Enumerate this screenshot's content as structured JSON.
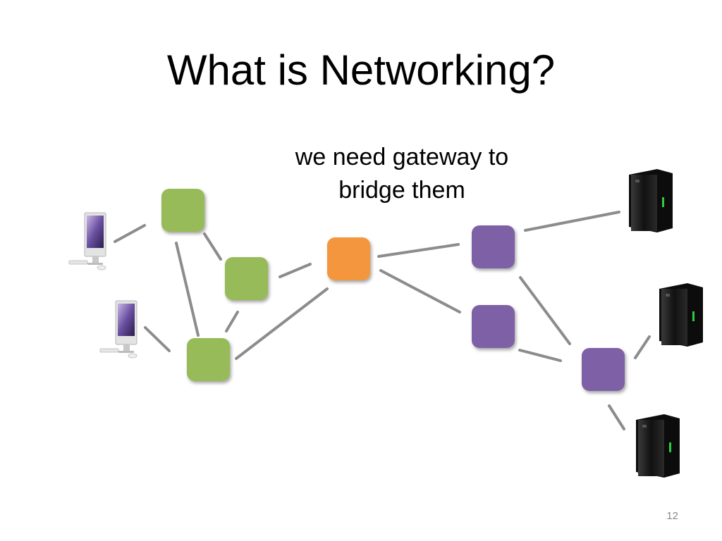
{
  "slide": {
    "title": "What is Networking?",
    "annotation_line1": "we need gateway to",
    "annotation_line2": "bridge them",
    "page_number": "12"
  },
  "colors": {
    "network_a_router": "#96bb59",
    "gateway": "#f4963e",
    "network_b_router": "#7e60a6",
    "link": "#8c8c8c",
    "server_body": "#1a1a1a",
    "server_led": "#2ecc40"
  },
  "nodes": [
    {
      "id": "computer-1",
      "kind": "computer",
      "icon": "desktop-computer-icon"
    },
    {
      "id": "computer-2",
      "kind": "computer",
      "icon": "desktop-computer-icon"
    },
    {
      "id": "router-a1",
      "kind": "router",
      "network": "a"
    },
    {
      "id": "router-a2",
      "kind": "router",
      "network": "a"
    },
    {
      "id": "router-a3",
      "kind": "router",
      "network": "a"
    },
    {
      "id": "gateway",
      "kind": "gateway"
    },
    {
      "id": "router-b1",
      "kind": "router",
      "network": "b"
    },
    {
      "id": "router-b2",
      "kind": "router",
      "network": "b"
    },
    {
      "id": "router-b3",
      "kind": "router",
      "network": "b"
    },
    {
      "id": "server-1",
      "kind": "server",
      "icon": "server-tower-icon"
    },
    {
      "id": "server-2",
      "kind": "server",
      "icon": "server-tower-icon"
    },
    {
      "id": "server-3",
      "kind": "server",
      "icon": "server-tower-icon"
    }
  ],
  "links": [
    [
      "computer-1",
      "router-a1"
    ],
    [
      "computer-2",
      "router-a3"
    ],
    [
      "router-a1",
      "router-a2"
    ],
    [
      "router-a1",
      "router-a3"
    ],
    [
      "router-a2",
      "router-a3"
    ],
    [
      "router-a2",
      "gateway"
    ],
    [
      "router-a3",
      "gateway"
    ],
    [
      "gateway",
      "router-b1"
    ],
    [
      "gateway",
      "router-b2"
    ],
    [
      "router-b1",
      "router-b3"
    ],
    [
      "router-b2",
      "router-b3"
    ],
    [
      "router-b1",
      "server-1"
    ],
    [
      "router-b3",
      "server-2"
    ],
    [
      "router-b3",
      "server-3"
    ]
  ]
}
